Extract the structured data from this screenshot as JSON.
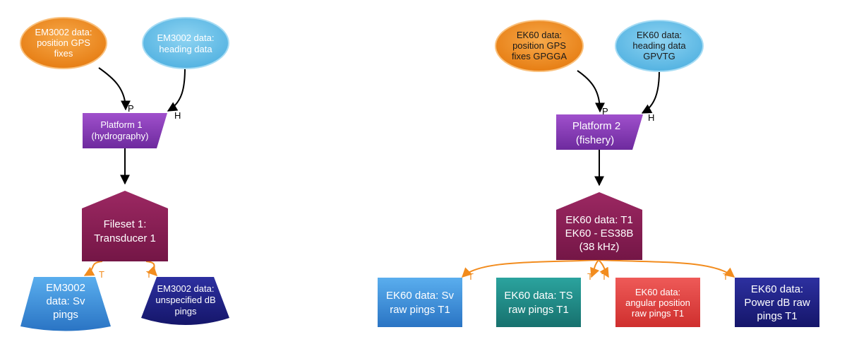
{
  "colors": {
    "orange": "#f28c1e",
    "lightblue": "#6ec3ea",
    "purple": "#8a3fb5",
    "maroon": "#8b1f57",
    "blue": "#3b8fd8",
    "navy": "#1d1f78",
    "teal": "#1f8a86",
    "red": "#e0403f"
  },
  "left": {
    "gps_node": [
      "EM3002 data:",
      "position GPS",
      "fixes"
    ],
    "heading_node": [
      "EM3002 data:",
      "heading data"
    ],
    "platform": [
      "Platform 1",
      "(hydrography)"
    ],
    "fileset": [
      "Fileset 1:",
      "Transducer 1"
    ],
    "sv_node": [
      "EM3002",
      "data: Sv",
      "pings"
    ],
    "db_node": [
      "EM3002 data:",
      "unspecified dB",
      "pings"
    ],
    "edge_p": "P",
    "edge_h": "H",
    "edge_t1": "T",
    "edge_t2": "T"
  },
  "right": {
    "gps_node": [
      "EK60 data:",
      "position GPS",
      "fixes GPGGA"
    ],
    "heading_node": [
      "EK60 data:",
      "heading data",
      "GPVTG"
    ],
    "platform": [
      "Platform 2",
      "(fishery)"
    ],
    "fileset": [
      "EK60 data: T1",
      "EK60 - ES38B",
      "(38 kHz)"
    ],
    "sv_node": [
      "EK60 data: Sv",
      "raw pings T1"
    ],
    "ts_node": [
      "EK60 data: TS",
      "raw pings T1"
    ],
    "angular_node": [
      "EK60 data:",
      "angular position",
      "raw pings T1"
    ],
    "power_node": [
      "EK60 data:",
      "Power dB raw",
      "pings T1"
    ],
    "edge_p": "P",
    "edge_h": "H",
    "edge_t1": "T",
    "edge_t2": "T",
    "edge_t3": "T",
    "edge_t4": "T"
  }
}
